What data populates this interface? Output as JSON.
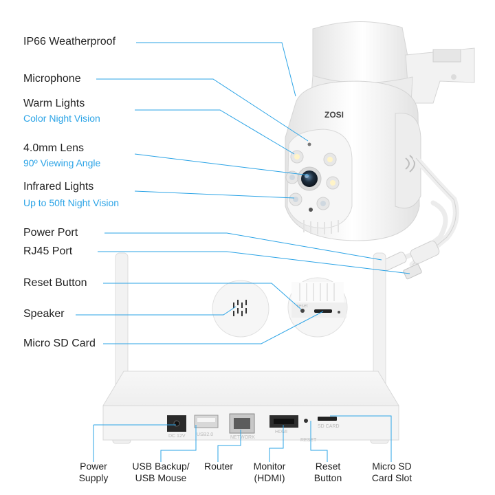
{
  "camera_labels": [
    {
      "title": "IP66 Weatherproof",
      "subtitle": ""
    },
    {
      "title": "Microphone",
      "subtitle": ""
    },
    {
      "title": "Warm Lights",
      "subtitle": "Color Night Vision"
    },
    {
      "title": "4.0mm Lens",
      "subtitle": "90º Viewing Angle"
    },
    {
      "title": "Infrared Lights",
      "subtitle": "Up to 50ft Night Vision"
    },
    {
      "title": "Power Port",
      "subtitle": ""
    },
    {
      "title": "RJ45 Port",
      "subtitle": ""
    },
    {
      "title": "Reset Button",
      "subtitle": ""
    },
    {
      "title": "Speaker",
      "subtitle": ""
    },
    {
      "title": "Micro SD Card",
      "subtitle": ""
    }
  ],
  "nvr_labels": [
    {
      "line1": "Power",
      "line2": "Supply"
    },
    {
      "line1": "USB Backup/",
      "line2": "USB Mouse"
    },
    {
      "line1": "Router",
      "line2": ""
    },
    {
      "line1": "Monitor",
      "line2": "(HDMI)"
    },
    {
      "line1": "Reset",
      "line2": "Button"
    },
    {
      "line1": "Micro SD",
      "line2": "Card Slot"
    }
  ],
  "brand": "ZOSI",
  "inset_text": "reset",
  "port_marks": [
    "DC 12V",
    "USB2.0",
    "NETWORK",
    "HDMI",
    "RESET",
    "SD CARD"
  ],
  "colors": {
    "accent": "#2aa3e6",
    "text": "#222222",
    "device": "#f4f4f4"
  }
}
